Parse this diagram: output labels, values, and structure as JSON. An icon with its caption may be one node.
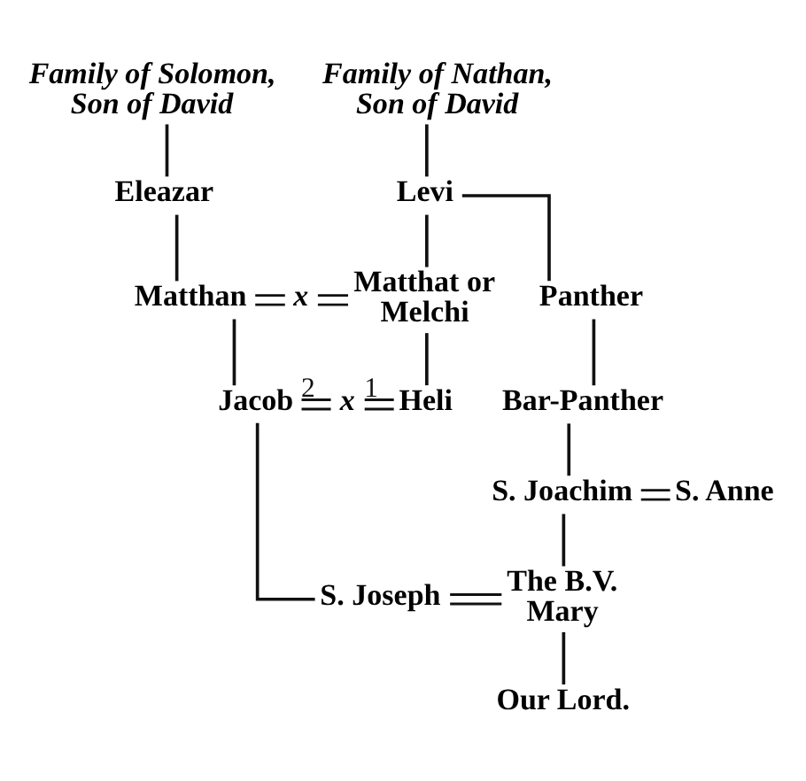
{
  "diagram": {
    "nodes": [
      {
        "text": [
          "Family of Solomon, Son of David"
        ]
      },
      {
        "text": [
          "Family of Nathan, Son of David"
        ]
      },
      {
        "text": [
          "Eleazar"
        ]
      },
      {
        "text": [
          "Levi"
        ]
      },
      {
        "text": [
          "Matthan"
        ]
      },
      {
        "text": [
          "x"
        ]
      },
      {
        "text": [
          "Matthat or Melchi"
        ]
      },
      {
        "text": [
          "Panther"
        ]
      },
      {
        "text": [
          "Bar-Panther"
        ]
      },
      {
        "text": [
          "Jacob"
        ]
      },
      {
        "text": [
          "x"
        ]
      },
      {
        "text": [
          "Heli"
        ]
      },
      {
        "text": [
          "S. Joachim"
        ]
      },
      {
        "text": [
          "S. Anne"
        ]
      },
      {
        "text": [
          "S. Joseph"
        ]
      },
      {
        "text": [
          "The B.V. Mary"
        ]
      },
      {
        "text": [
          "Our Lord."
        ]
      }
    ],
    "edges": [
      {
        "from": 0,
        "to": 2,
        "arrow": "none"
      },
      {
        "from": 1,
        "to": 3,
        "arrow": "none"
      },
      {
        "from": 2,
        "to": 4,
        "arrow": "none"
      },
      {
        "from": 3,
        "to": 6,
        "arrow": "none"
      },
      {
        "from": 3,
        "to": 7,
        "arrow": "none"
      },
      {
        "from": 4,
        "to": 5,
        "arrow": "none"
      },
      {
        "from": 5,
        "to": 6,
        "arrow": "none"
      },
      {
        "from": 4,
        "to": 9,
        "arrow": "none"
      },
      {
        "from": 6,
        "to": 11,
        "arrow": "none"
      },
      {
        "from": 7,
        "to": 8,
        "arrow": "none"
      },
      {
        "from": 9,
        "to": 10,
        "label": "2",
        "arrow": "none"
      },
      {
        "from": 10,
        "to": 11,
        "label": "1",
        "arrow": "none"
      },
      {
        "from": 8,
        "to": 12,
        "arrow": "none"
      },
      {
        "from": 12,
        "to": 13,
        "arrow": "none"
      },
      {
        "from": 9,
        "to": 14,
        "arrow": "none"
      },
      {
        "from": 12,
        "to": 15,
        "arrow": "none"
      },
      {
        "from": 14,
        "to": 15,
        "arrow": "none"
      },
      {
        "from": 15,
        "to": 16,
        "arrow": "none"
      }
    ]
  }
}
